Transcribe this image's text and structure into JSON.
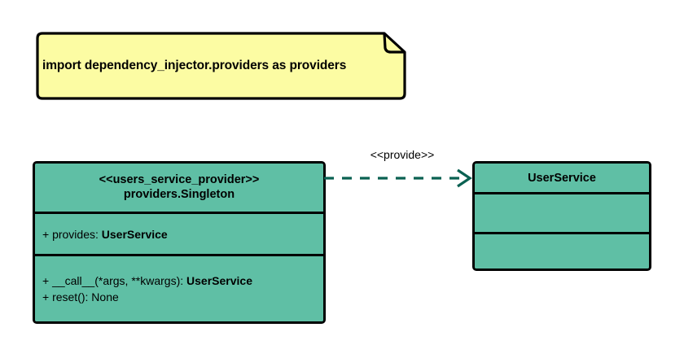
{
  "diagram": {
    "title": "UML class diagram: users_service_provider",
    "colors": {
      "note_fill": "#FCFCA3",
      "class_fill": "#5FBFA5",
      "border": "#000000",
      "connector": "#0A6152",
      "background": "#FFFFFF"
    }
  },
  "note": {
    "text": "import dependency_injector.providers as providers"
  },
  "provider_class": {
    "stereotype": "<<users_service_provider>>",
    "name": "providers.Singleton",
    "attributes": [
      {
        "prefix": "+ provides: ",
        "type": "UserService"
      }
    ],
    "operations": [
      {
        "prefix": "+ __call__(*args, **kwargs): ",
        "type": "UserService"
      },
      {
        "prefix": "+ reset(): None",
        "type": ""
      }
    ]
  },
  "service_class": {
    "name": "UserService",
    "attributes": [],
    "operations": []
  },
  "connector": {
    "label": "<<provide>>",
    "style": "dashed",
    "arrow": "open",
    "direction": "provider-to-service"
  }
}
